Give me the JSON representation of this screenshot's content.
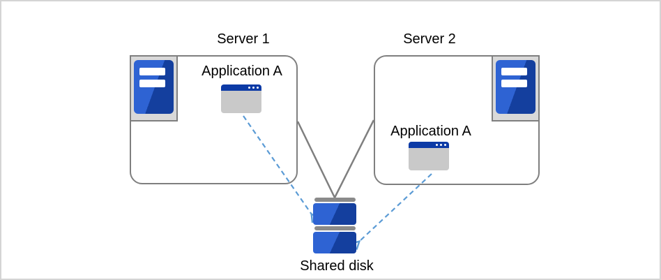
{
  "diagram": {
    "nodes": {
      "server1": {
        "label": "Server 1",
        "application": "Application A"
      },
      "server2": {
        "label": "Server 2",
        "application": "Application A"
      },
      "shared_disk": {
        "label": "Shared disk"
      }
    },
    "connections": [
      {
        "from": "server1",
        "to": "shared_disk",
        "style": "solid-gray-line"
      },
      {
        "from": "server2",
        "to": "shared_disk",
        "style": "solid-gray-line"
      },
      {
        "from": "server1-application",
        "to": "shared_disk",
        "style": "dashed-blue-arrow"
      },
      {
        "from": "server2-application",
        "to": "shared_disk",
        "style": "dashed-blue-arrow"
      }
    ]
  },
  "icons": {
    "server1_tower": "server-tower-icon",
    "server2_tower": "server-tower-icon",
    "application1": "app-window-icon",
    "application2": "app-window-icon",
    "shared_disk": "disk-stack-icon"
  },
  "colors": {
    "icon_blue_light": "#2e63d3",
    "icon_blue_dark": "#143f9e",
    "titlebar_blue": "#0c3aa6",
    "window_body_gray": "#c9c9c9",
    "panel_gray": "#d9d9d9",
    "border_gray": "#7f7f7f",
    "disk_band_gray": "#8a8a8a",
    "arrow_blue": "#5b9bd5",
    "canvas_border": "#d4d4d4",
    "text": "#000000",
    "background": "#ffffff"
  }
}
